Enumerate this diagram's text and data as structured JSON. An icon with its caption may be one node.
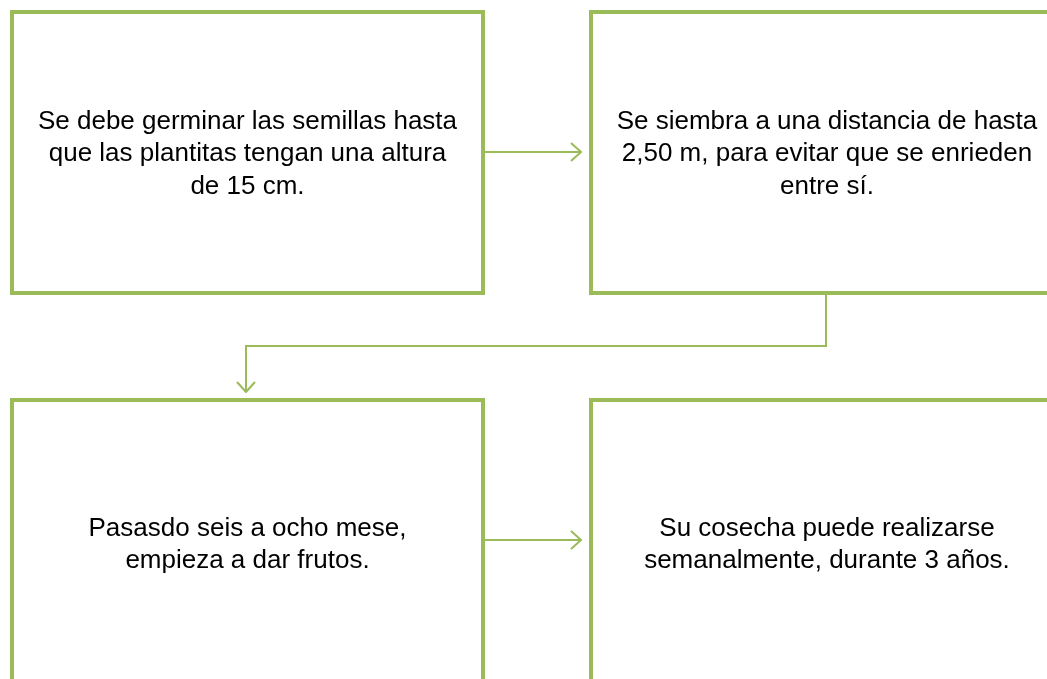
{
  "diagram": {
    "nodes": [
      {
        "text": [
          "Se debe germinar las semillas hasta que las plantitas tengan una altura de 15 cm."
        ]
      },
      {
        "text": [
          "Se siembra a una distancia de hasta 2,50 m, para evitar que se enrieden entre sí."
        ]
      },
      {
        "text": [
          "Pasasdo seis a ocho mese, empieza a dar frutos."
        ]
      },
      {
        "text": [
          "Su cosecha puede realizarse semanalmente, durante 3 años."
        ]
      }
    ],
    "edges": [
      {
        "from": 0,
        "to": 1,
        "arrow": "to"
      },
      {
        "from": 1,
        "to": 2,
        "arrow": "to"
      },
      {
        "from": 2,
        "to": 3,
        "arrow": "to"
      }
    ]
  }
}
